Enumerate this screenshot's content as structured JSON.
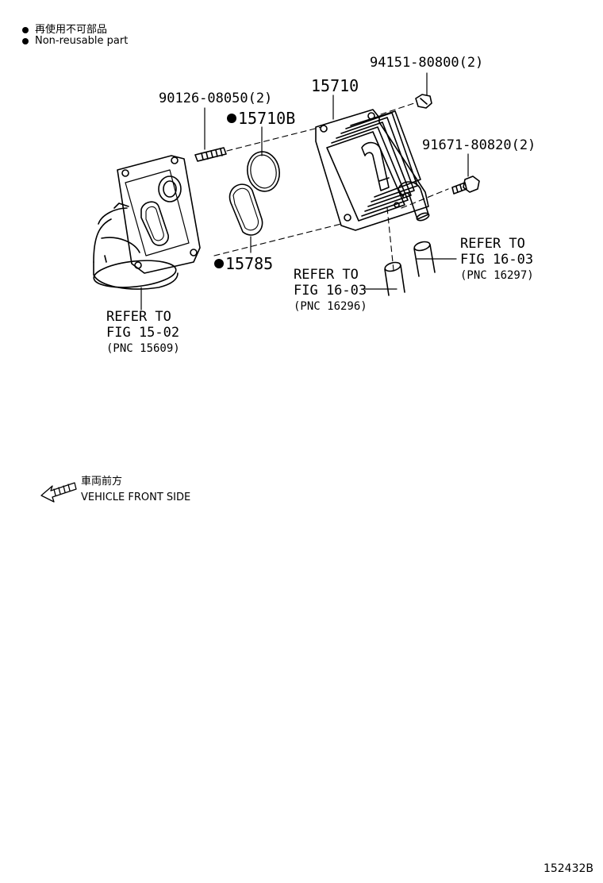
{
  "legend": {
    "jp": "再使用不可部品",
    "en": "Non-reusable part"
  },
  "parts": {
    "bolt_a": "94151-80800(2)",
    "cooler": "15710",
    "stud": "90126-08050(2)",
    "gasket_b": "15710B",
    "bolt_b": "91671-80820(2)",
    "oring": "15785"
  },
  "refs": {
    "r1": {
      "line1": "REFER TO",
      "line2": "FIG 16-03",
      "line3": "(PNC 16297)"
    },
    "r2": {
      "line1": "REFER TO",
      "line2": "FIG 16-03",
      "line3": "(PNC 16296)"
    },
    "r3": {
      "line1": "REFER TO",
      "line2": "FIG 15-02",
      "line3": "(PNC 15609)"
    }
  },
  "front": {
    "jp": "車両前方",
    "en": "VEHICLE FRONT SIDE"
  },
  "drawing_code": "152432B"
}
